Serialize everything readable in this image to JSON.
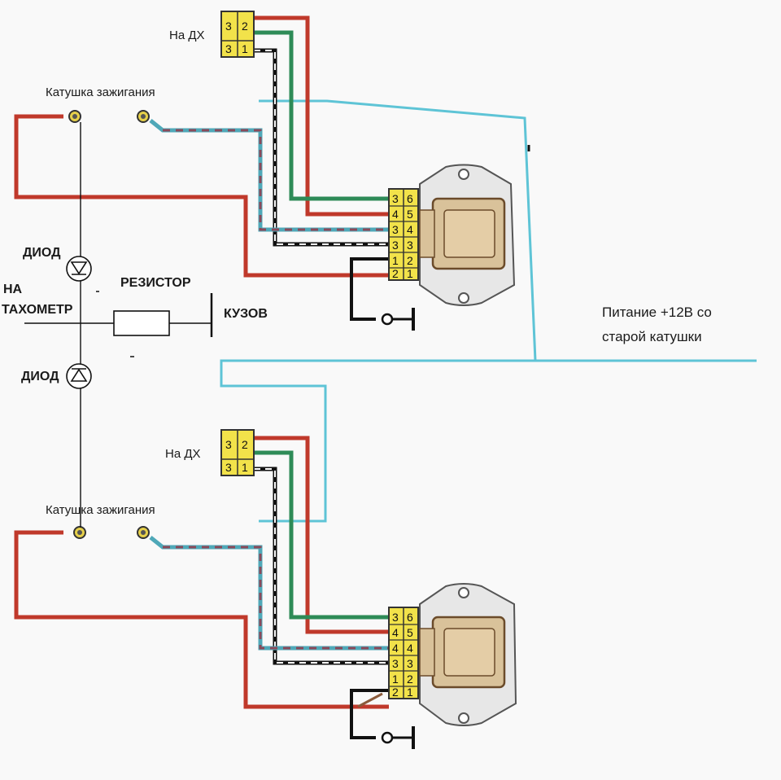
{
  "labels": {
    "dh_top": "На ДХ",
    "dh_bottom": "На ДХ",
    "coil_top": "Катушка зажигания",
    "coil_bottom": "Катушка зажигания",
    "diode_top": "ДИОД",
    "diode_bottom": "ДИОД",
    "resistor": "РЕЗИСТОР",
    "body_ground": "КУЗОВ",
    "tacho_line1": "НА",
    "tacho_line2": "ТАХОМЕТР",
    "power_line1": "Питание +12В со",
    "power_line2": "старой катушки"
  },
  "connector_3pin": [
    "3",
    "2",
    "1"
  ],
  "connector_6pin": [
    "6",
    "5",
    "4",
    "3",
    "2",
    "1"
  ],
  "colors": {
    "red_wire": "#c0392b",
    "green_wire": "#2e8b57",
    "teal_wire": "#4fa8b8",
    "power_line": "#5ec4d6",
    "connector": "#f2e24a",
    "module_body": "#d9c29a"
  }
}
